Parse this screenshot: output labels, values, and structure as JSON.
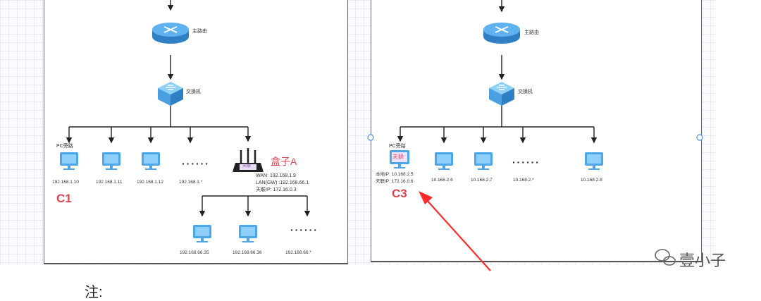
{
  "left": {
    "router_label": "主路由",
    "switch_label": "交换机",
    "pc_bypass_label": "PC旁路",
    "pcs": [
      "192.168.1.10",
      "192.168.1.11",
      "192.168.1.12",
      "192.168.1.*"
    ],
    "c1": "C1",
    "box_title": "盒子A",
    "box_badge": "天联",
    "box_info": [
      "WAN: 192.168.1.9",
      "LAN(GW) :192.168.66.1",
      "天联IP: 172.16.0.3"
    ],
    "sub_pcs": [
      "192.168.66.35",
      "192.168.66.36",
      "192.168.66.*"
    ],
    "dots": "······"
  },
  "right": {
    "router_label": "主路由",
    "switch_label": "交换机",
    "pc_bypass_label": "PC旁路",
    "pc_badge": "天联",
    "c3_info": [
      "本地IP: 10.168.2.5",
      "天联IP: 172.16.0.6"
    ],
    "c3": "C3",
    "pcs": [
      "10.168.2.6",
      "10.168.2.7",
      "10.168.2.*",
      "10.168.2.8"
    ],
    "dots": "······"
  },
  "watermark": "壹小子",
  "note": "注:",
  "colors": {
    "arrow_red": "#ff2a2a",
    "label_red": "#e0454f",
    "device_blue": "#4ba7e8"
  }
}
